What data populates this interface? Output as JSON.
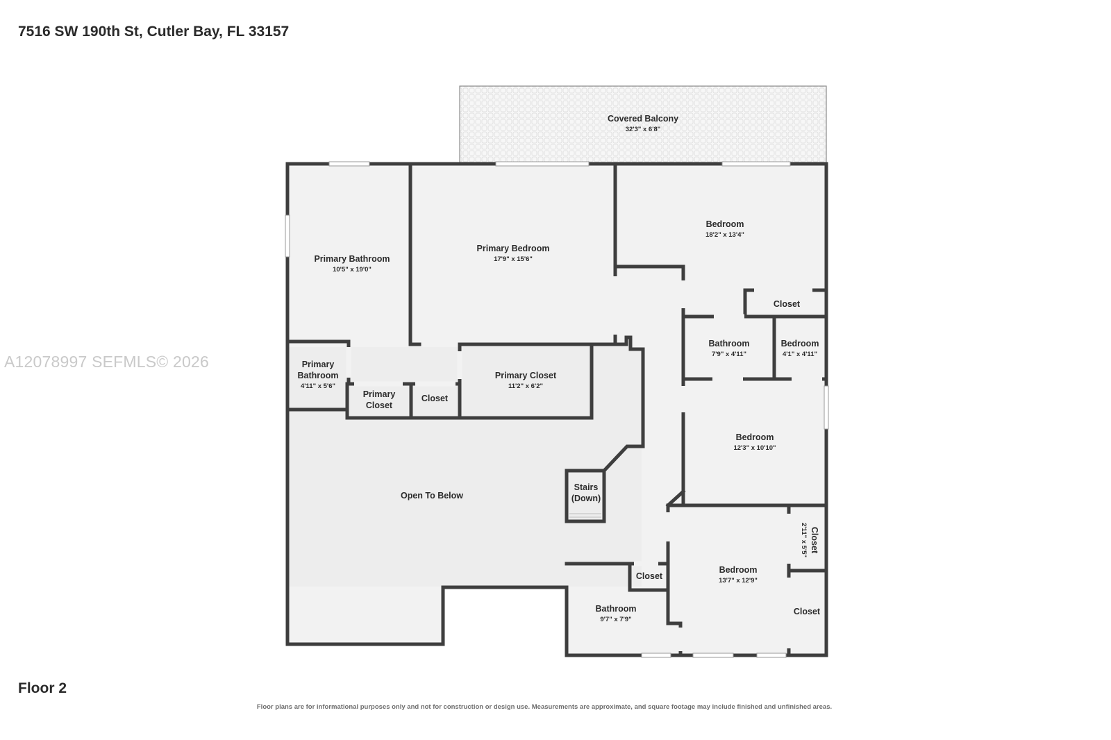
{
  "header": {
    "address": "7516 SW 190th St, Cutler Bay, FL 33157"
  },
  "footer": {
    "floor": "Floor 2",
    "disclaimer": "Floor plans are for informational purposes only and not for construction or design use. Measurements are approximate, and square footage may include finished and unfinished areas."
  },
  "watermark": "A12078997  SEFMLS© 2026",
  "colors": {
    "wall": "#3e3e3e",
    "floor_fill": "#f2f2f2",
    "balcony_fill": "#f7f7f7"
  },
  "rooms": {
    "balcony": {
      "name": "Covered Balcony",
      "dim": "32'3\" x 6'8\""
    },
    "primary_bathroom": {
      "name": "Primary Bathroom",
      "dim": "10'5\" x 19'0\""
    },
    "primary_bedroom": {
      "name": "Primary Bedroom",
      "dim": "17'9\" x 15'6\""
    },
    "bedroom_1": {
      "name": "Bedroom",
      "dim": "18'2\" x 13'4\""
    },
    "closet_1": {
      "name": "Closet"
    },
    "bathroom_1": {
      "name": "Bathroom",
      "dim": "7'9\" x 4'11\""
    },
    "bedroom_small": {
      "name": "Bedroom",
      "dim": "4'1\" x 4'11\""
    },
    "primary_bathroom_small": {
      "name_line1": "Primary",
      "name_line2": "Bathroom",
      "dim": "4'11\" x 5'6\""
    },
    "primary_closet_small": {
      "name_line1": "Primary",
      "name_line2": "Closet"
    },
    "closet_2": {
      "name": "Closet"
    },
    "primary_closet": {
      "name": "Primary Closet",
      "dim": "11'2\" x 6'2\""
    },
    "bedroom_2": {
      "name": "Bedroom",
      "dim": "12'3\" x 10'10\""
    },
    "open_to_below": {
      "name": "Open To Below"
    },
    "stairs": {
      "name_line1": "Stairs",
      "name_line2": "(Down)"
    },
    "closet_3": {
      "name": "Closet",
      "dim": "2'11\" x 5'5\""
    },
    "bedroom_3": {
      "name": "Bedroom",
      "dim": "13'7\" x 12'9\""
    },
    "closet_4": {
      "name": "Closet"
    },
    "closet_5": {
      "name": "Closet"
    },
    "bathroom_2": {
      "name": "Bathroom",
      "dim": "9'7\" x 7'9\""
    }
  }
}
